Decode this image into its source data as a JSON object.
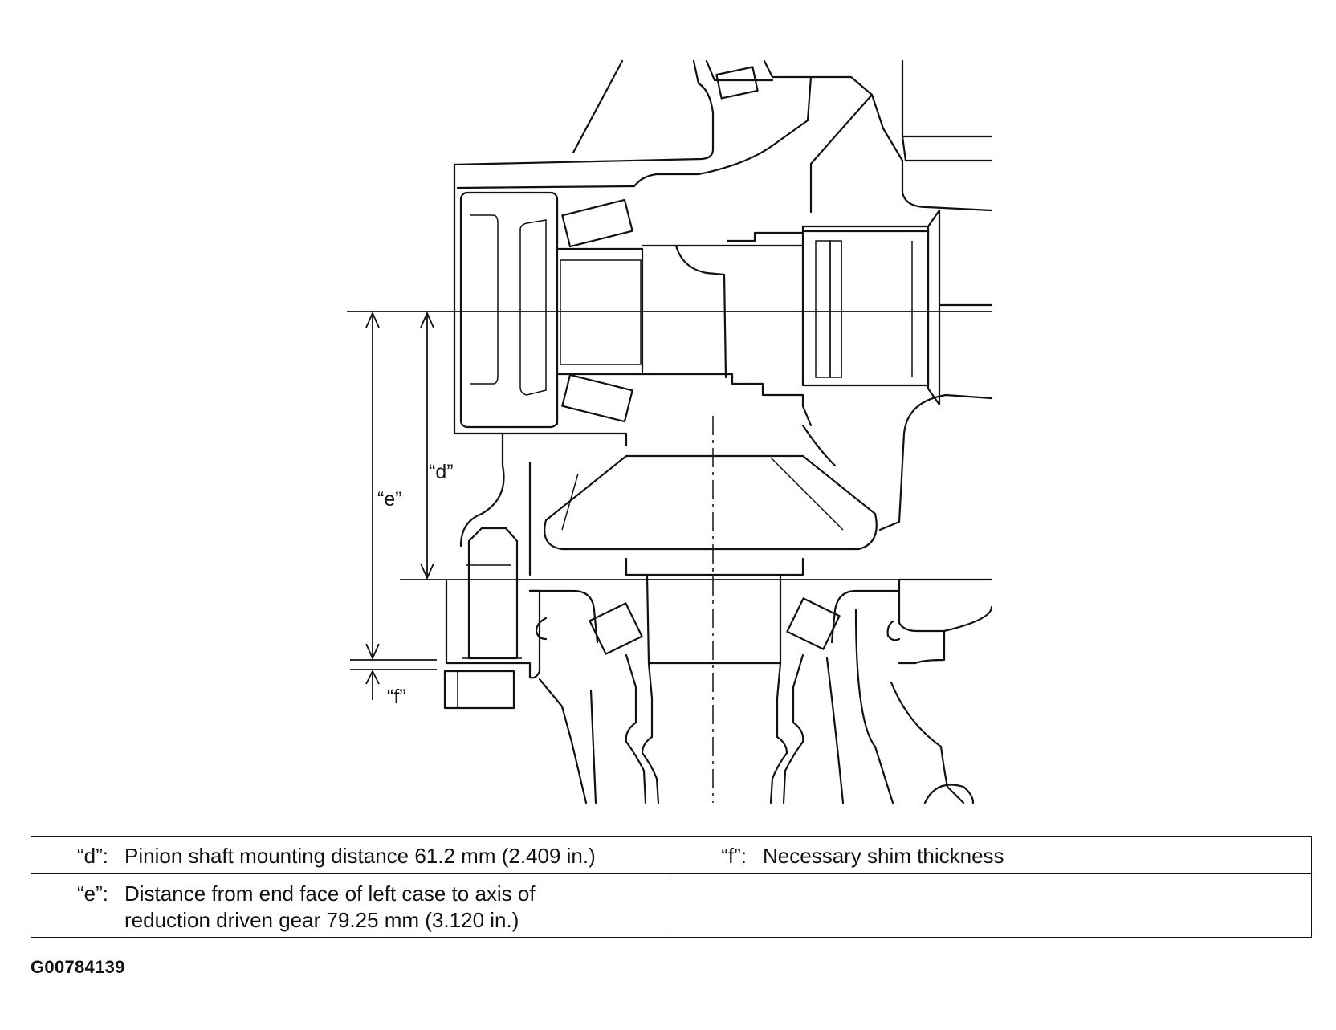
{
  "callouts": {
    "d": "“d”",
    "e": "“e”",
    "f": "“f”"
  },
  "legend": [
    {
      "key": "“d”:",
      "text": "Pinion shaft mounting distance 61.2 mm (2.409 in.)"
    },
    {
      "key": "“f”:",
      "text": "Necessary shim thickness"
    },
    {
      "key": "“e”:",
      "text": "Distance from end face of left case to axis of reduction driven gear 79.25 mm (3.120 in.)"
    }
  ],
  "figure_id": "G00784139"
}
